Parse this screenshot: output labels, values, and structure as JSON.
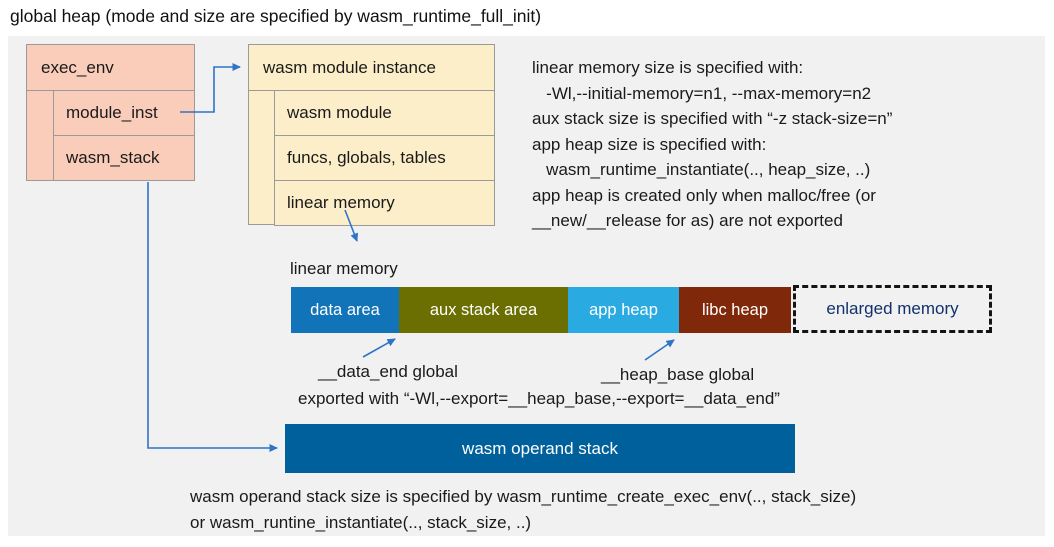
{
  "title": "global heap (mode and size are specified by wasm_runtime_full_init)",
  "exec_env": {
    "label": "exec_env",
    "fields": [
      "module_inst",
      "wasm_stack"
    ]
  },
  "module_instance": {
    "label": "wasm module instance",
    "rows": [
      "wasm module",
      "funcs, globals, tables",
      "linear memory"
    ]
  },
  "notes_right": "linear memory size is specified with:\n   -Wl,--initial-memory=n1, --max-memory=n2\naux stack size is specified with “-z stack-size=n”\napp heap size is specified with:\n   wasm_runtime_instantiate(.., heap_size, ..)\napp heap is created only when malloc/free (or\n__new/__release for as) are not exported",
  "linear_memory": {
    "label": "linear memory",
    "segments": [
      {
        "label": "data area",
        "color": "#1173b8"
      },
      {
        "label": "aux stack area",
        "color": "#6b6e00"
      },
      {
        "label": "app heap",
        "color": "#29abe2"
      },
      {
        "label": "libc heap",
        "color": "#80290a"
      }
    ],
    "enlarged_label": "enlarged memory"
  },
  "annotations": {
    "data_end": "__data_end global",
    "heap_base": "__heap_base global",
    "exported": "exported with “-Wl,--export=__heap_base,--export=__data_end”"
  },
  "operand_stack": {
    "label": "wasm operand stack",
    "note": "wasm operand stack size is specified by wasm_runtime_create_exec_env(.., stack_size)\nor wasm_runtine_instantiate(.., stack_size, ..)"
  },
  "colors": {
    "panel_background": "#f1f1f2",
    "struct_box": "#f9cdb9",
    "instance_box": "#fceec8",
    "box_border": "#9a9a9a",
    "data_area": "#1173b8",
    "aux_stack_area": "#6b6e00",
    "app_heap": "#29abe2",
    "libc_heap": "#80290a",
    "operand_stack": "#00609c",
    "enlarged_text": "#12316b",
    "arrow_blue": "#2e74c8"
  }
}
